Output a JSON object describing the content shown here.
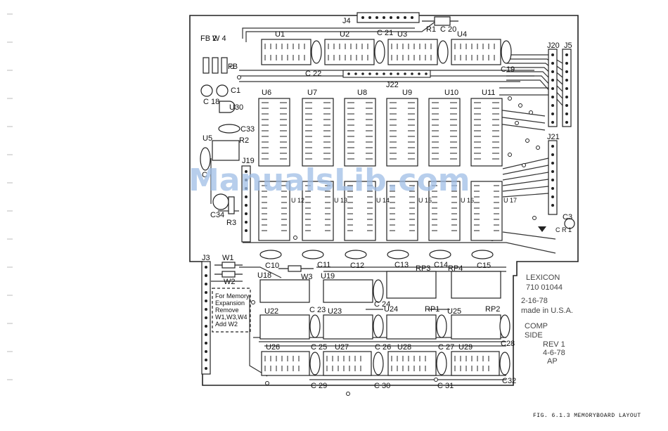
{
  "watermark": "ManualsLib.com",
  "connectors": {
    "j4": "J4",
    "j20": "J20",
    "j5": "J5",
    "j22": "J22",
    "j21": "J21",
    "j19": "J19",
    "j3": "J3"
  },
  "chips": {
    "u1": "U1",
    "u2": "U2",
    "u3": "U3",
    "u4": "U4",
    "u6": "U6",
    "u7": "U7",
    "u8": "U8",
    "u9": "U9",
    "u10": "U10",
    "u11": "U11",
    "u12": "U 12",
    "u13": "U 13",
    "u14": "U 14",
    "u15": "U 15",
    "u16": "U 16",
    "u17": "U 17",
    "u5": "U5",
    "u30": "U30",
    "u18": "U18",
    "u19": "U19",
    "u22": "U22",
    "u23": "U23",
    "u24": "U24",
    "u25": "U25",
    "u26": "U26",
    "u27": "U27",
    "u28": "U28",
    "u29": "U29"
  },
  "caps": {
    "c1": "C1",
    "c18": "C 18",
    "c19": "C19",
    "c20": "C 20",
    "c21": "C 21",
    "c22": "C 22",
    "c33": "C33",
    "c34": "C34",
    "c3": "C3",
    "c10": "C10",
    "c11": "C11",
    "c12": "C12",
    "c13": "C13",
    "c14": "C14",
    "c15": "C15",
    "c23": "C 23",
    "c24": "C 24",
    "c25": "C 25",
    "c26": "C 26",
    "c27": "C 27",
    "c28": "C28",
    "c29": "C 29",
    "c30": "C 30",
    "c31": "C 31",
    "c32": "C32",
    "c_left": "C"
  },
  "resistors": {
    "r1": "R1",
    "r2": "R2",
    "r3": "R3",
    "cr1": "C R 1",
    "rp1": "RP1",
    "rp2": "RP2",
    "rp3": "RP3",
    "rp4": "RP4"
  },
  "jumpers": {
    "fb2": "FB 2",
    "w4": "W 4",
    "fb": "FB",
    "w1": "W1",
    "w2": "W2",
    "w3": "W3"
  },
  "expansion_note": [
    "For Memory",
    "Expansion",
    "Remove",
    "W1,W3,W4",
    "Add  W2"
  ],
  "board_info": {
    "maker": "LEXICON",
    "part_no": "710  01044",
    "date": "2-16-78",
    "made_in": "made in U.S.A.",
    "side_line1": "COMP",
    "side_line2": "SIDE",
    "rev": "REV 1",
    "rev_date": "4-6-78",
    "initials": "AP"
  },
  "figure_caption": "FIG. 6.1.3    MEMORYBOARD LAYOUT"
}
